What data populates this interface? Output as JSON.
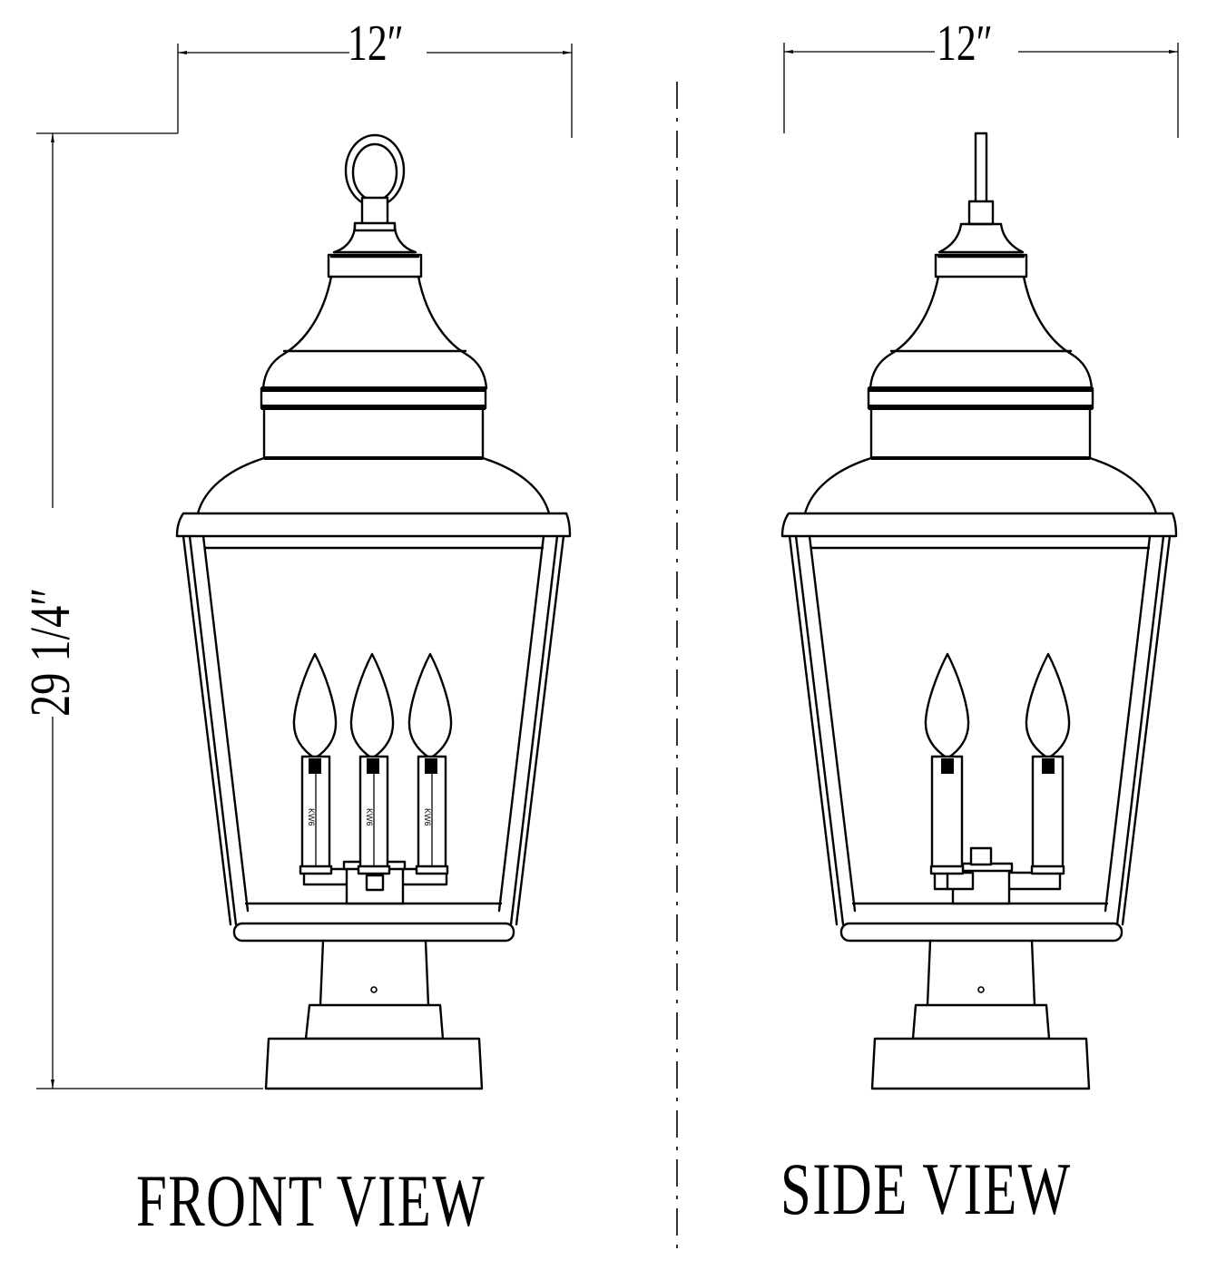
{
  "drawing": {
    "type": "technical elevation drawing",
    "subject": "outdoor post-mount lantern",
    "line_color": "#000000",
    "background": "#ffffff"
  },
  "dimensions": {
    "front_width": "12″",
    "side_width": "12″",
    "overall_height": "29 1/4″"
  },
  "views": {
    "front": {
      "label": "FRONT VIEW",
      "candle_count": 3
    },
    "side": {
      "label": "SIDE VIEW",
      "candle_count": 2
    }
  },
  "candle_sleeve_text": "KW6"
}
